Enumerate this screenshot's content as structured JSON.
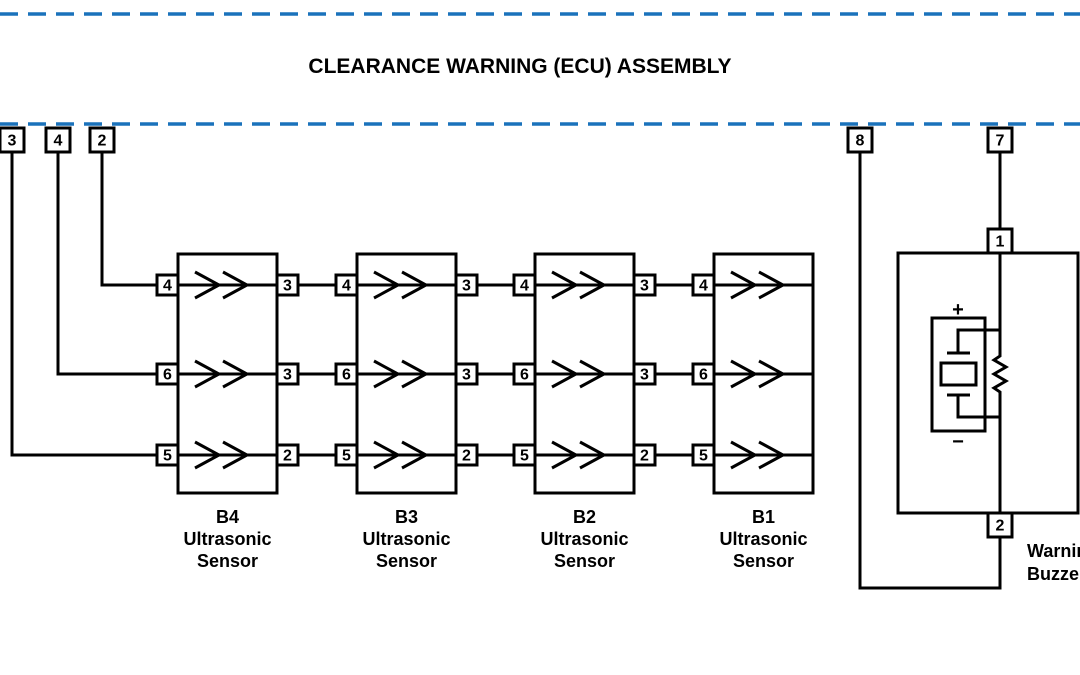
{
  "title": "CLEARANCE WARNING (ECU) ASSEMBLY",
  "colors": {
    "boundary": "#1a72bb",
    "wire": "#000000"
  },
  "ecu_pins": [
    "3",
    "4",
    "2",
    "8",
    "7"
  ],
  "sensors": [
    {
      "id": "B4",
      "name": "Ultrasonic",
      "name2": "Sensor",
      "left_pins": [
        "4",
        "6",
        "5"
      ],
      "right_pins": [
        "3",
        "3",
        "2"
      ]
    },
    {
      "id": "B3",
      "name": "Ultrasonic",
      "name2": "Sensor",
      "left_pins": [
        "4",
        "6",
        "5"
      ],
      "right_pins": [
        "3",
        "3",
        "2"
      ]
    },
    {
      "id": "B2",
      "name": "Ultrasonic",
      "name2": "Sensor",
      "left_pins": [
        "4",
        "6",
        "5"
      ],
      "right_pins": [
        "3",
        "3",
        "2"
      ]
    },
    {
      "id": "B1",
      "name": "Ultrasonic",
      "name2": "Sensor",
      "left_pins": [
        "4",
        "6",
        "5"
      ],
      "right_pins": []
    }
  ],
  "buzzer": {
    "label1": "Warning",
    "label2": "Buzzer",
    "pin_top": "1",
    "pin_bottom": "2",
    "plus": "+",
    "minus": "−"
  }
}
